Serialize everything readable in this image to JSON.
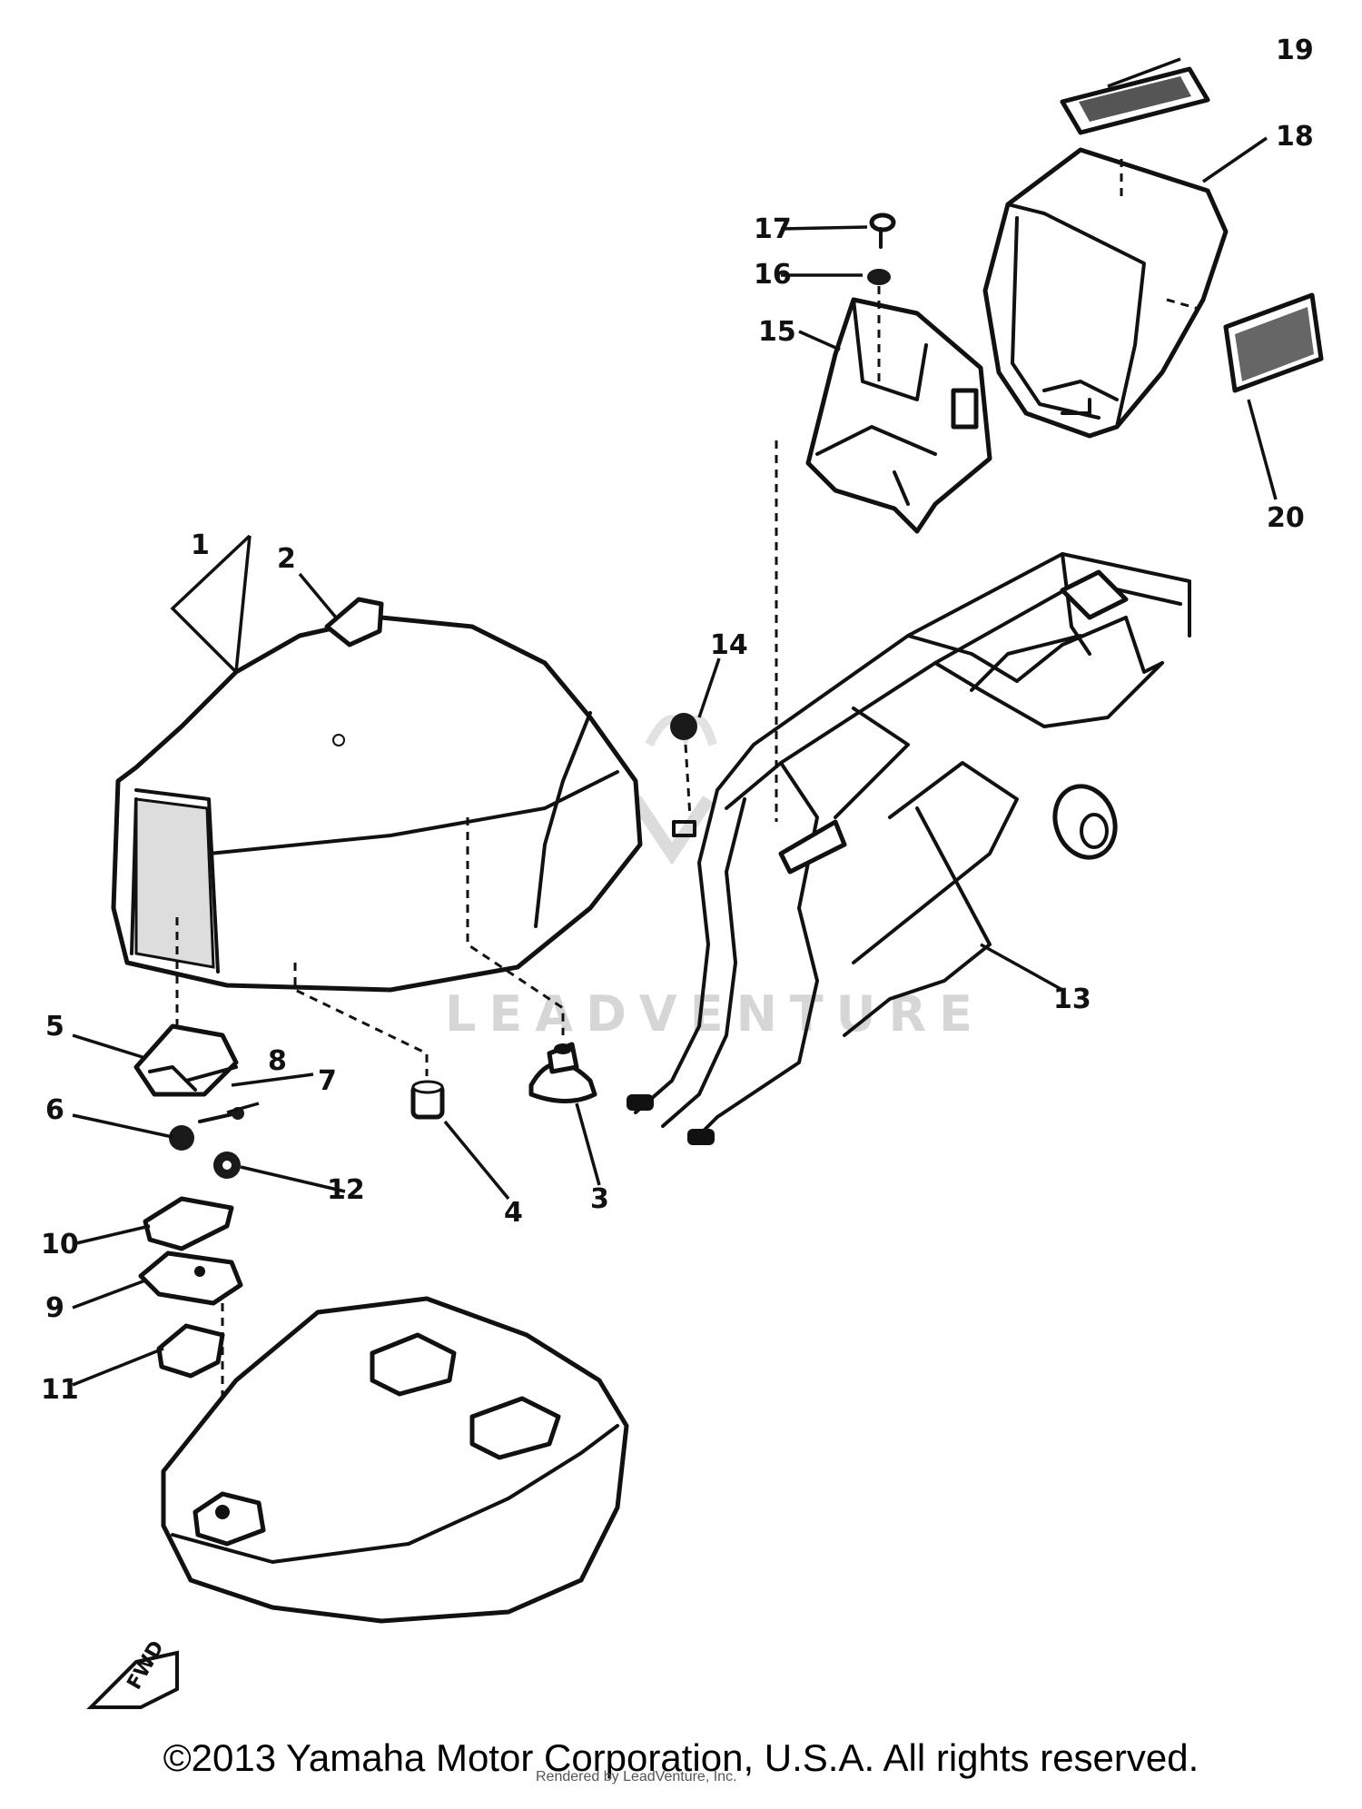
{
  "diagram": {
    "watermark": "LEADVENTURE",
    "callouts": [
      "1",
      "2",
      "3",
      "4",
      "5",
      "6",
      "7",
      "8",
      "9",
      "10",
      "11",
      "12",
      "13",
      "14",
      "15",
      "16",
      "17",
      "18",
      "19",
      "20"
    ],
    "fwd_label": "FWD"
  },
  "footer": {
    "copyright": "©2013 Yamaha Motor Corporation, U.S.A. All rights reserved.",
    "render_credit": "Rendered by LeadVenture, Inc."
  }
}
